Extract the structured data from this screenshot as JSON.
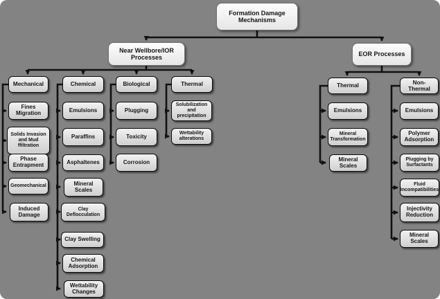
{
  "diagram": {
    "root_label": "Formation Damage Mechanisms",
    "branch_left": "Near Wellbore/IOR Processes",
    "branch_right": "EOR Processes",
    "columns": [
      {
        "header": "Mechanical",
        "items": [
          "Fines Migration",
          "Solids Invasion and Mud ffiltration",
          "Phase Entrapment",
          "Geomechanical",
          "Induced Damage"
        ]
      },
      {
        "header": "Chemical",
        "items": [
          "Emulsions",
          "Paraffins",
          "Asphaltenes",
          "Mineral Scales",
          "Clay Deflocculation",
          "Clay Swelling",
          "Chemical Adsorption",
          "Wettability Changes"
        ]
      },
      {
        "header": "Biological",
        "items": [
          "Plugging",
          "Toxicity",
          "Corrosion"
        ]
      },
      {
        "header": "Thermal",
        "items": [
          "Solubilization and precipitation",
          "Wettability alterations"
        ]
      },
      {
        "header": "Thermal",
        "items": [
          "Emulsions",
          "Mineral Transformation",
          "Mineral Scales"
        ]
      },
      {
        "header": "Non-Thermal",
        "items": [
          "Emulsions",
          "Polymer Adsorption",
          "Plugging by Surfactants",
          "Fluid Incompatibilities",
          "Injectivity Reduction",
          "Mineral Scales"
        ]
      }
    ],
    "colors": {
      "background": "#838383",
      "box_border": "#0a0a0a",
      "line": "#111111"
    }
  }
}
